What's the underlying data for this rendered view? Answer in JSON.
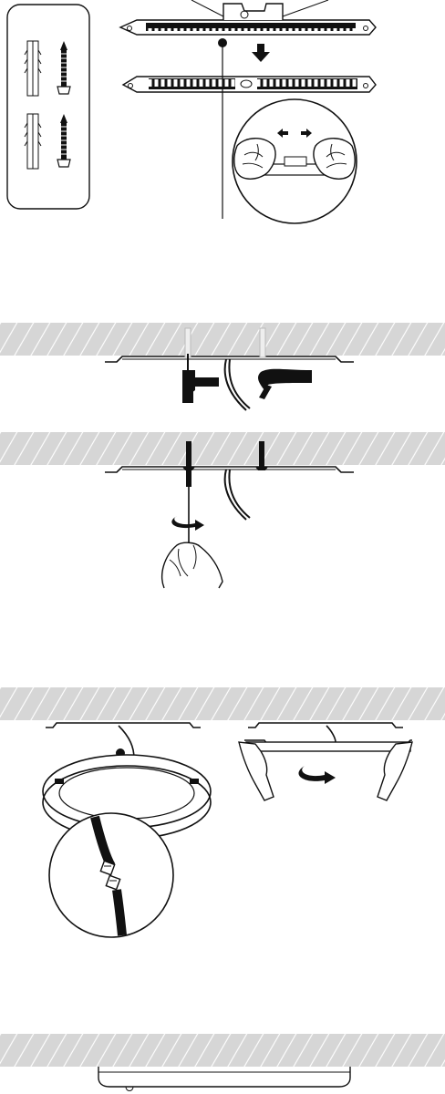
{
  "document": {
    "kind": "installation-manual-page",
    "steps": [
      {
        "id": "step-1",
        "content": "mounting-bracket-and-hardware",
        "labels": []
      },
      {
        "id": "step-2",
        "content": "drill-and-insert-anchors",
        "labels": []
      },
      {
        "id": "step-3",
        "content": "screw-bracket-to-ceiling",
        "labels": []
      },
      {
        "id": "step-4",
        "content": "connect-wires-and-attach-fixture",
        "labels": []
      },
      {
        "id": "step-5",
        "content": "fixture-mounted-flush",
        "labels": []
      }
    ],
    "hardware_box": {
      "items": [
        "wall-plug-icon",
        "screw-icon",
        "wall-plug-icon",
        "screw-icon"
      ]
    },
    "colors": {
      "ink": "#111111",
      "ceiling_fill": "#d6d6d6",
      "ceiling_hatch": "#ffffff",
      "paper": "#ffffff"
    }
  }
}
